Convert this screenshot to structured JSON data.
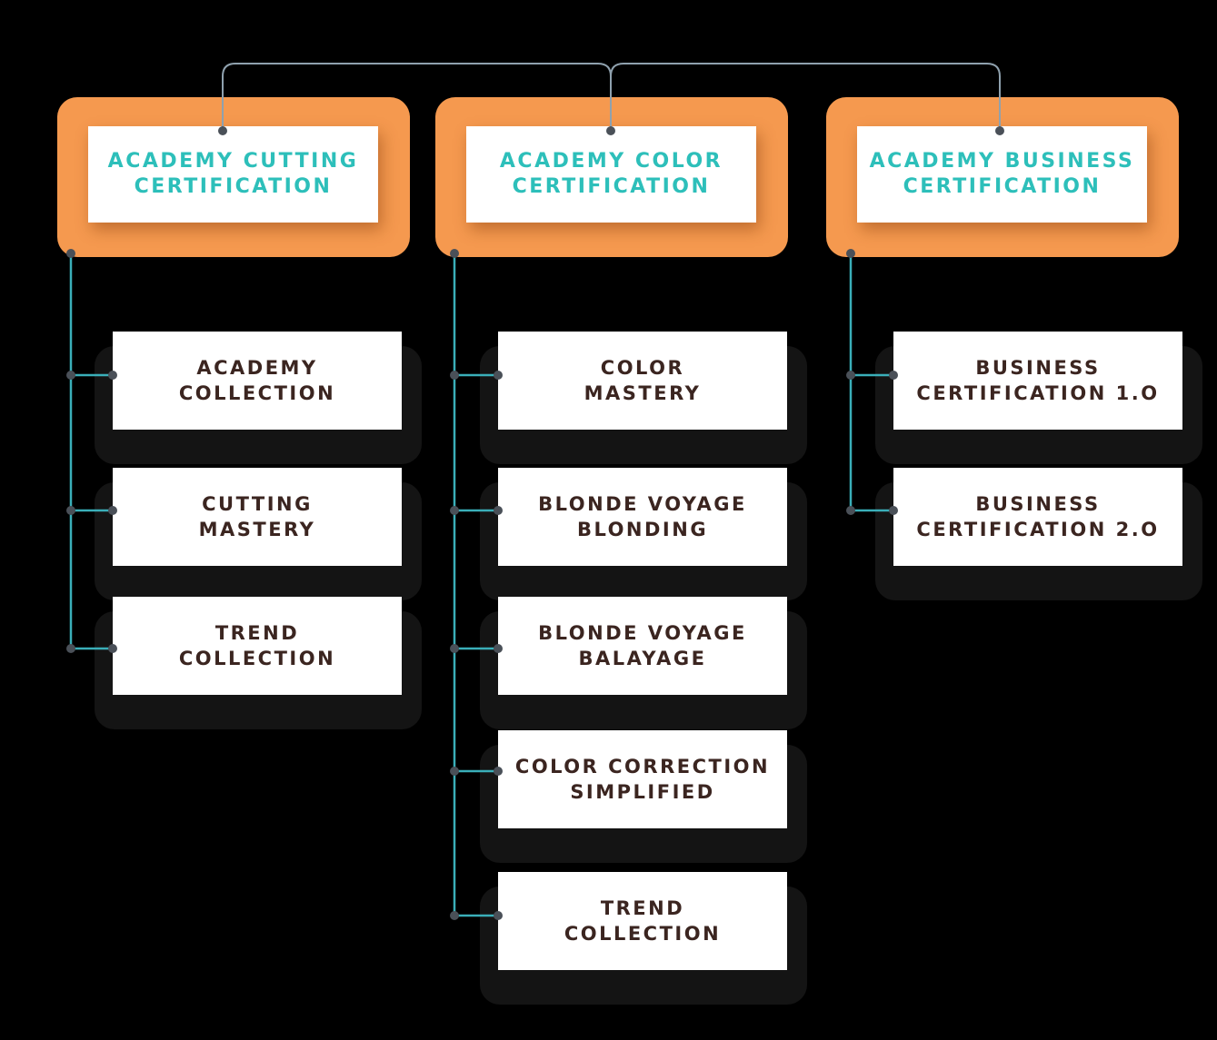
{
  "colors": {
    "certification_fill": "#F5994F",
    "certification_text": "#2DBFBA",
    "course_text": "#3B2520",
    "tree_line": "#3AAFB9",
    "top_line": "#8FA1AE",
    "node_dot": "#4A5058"
  },
  "certifications": [
    {
      "title": "ACADEMY CUTTING\nCERTIFICATION",
      "courses": [
        "ACADEMY\nCOLLECTION",
        "CUTTING\nMASTERY",
        "TREND\nCOLLECTION"
      ]
    },
    {
      "title": "ACADEMY COLOR\nCERTIFICATION",
      "courses": [
        "COLOR\nMASTERY",
        "BLONDE VOYAGE\nBLONDING",
        "BLONDE VOYAGE\nBALAYAGE",
        "COLOR CORRECTION\nSIMPLIFIED",
        "TREND\nCOLLECTION"
      ]
    },
    {
      "title": "ACADEMY BUSINESS\nCERTIFICATION",
      "courses": [
        "BUSINESS\nCERTIFICATION 1.O",
        "BUSINESS\nCERTIFICATION 2.O"
      ]
    }
  ]
}
